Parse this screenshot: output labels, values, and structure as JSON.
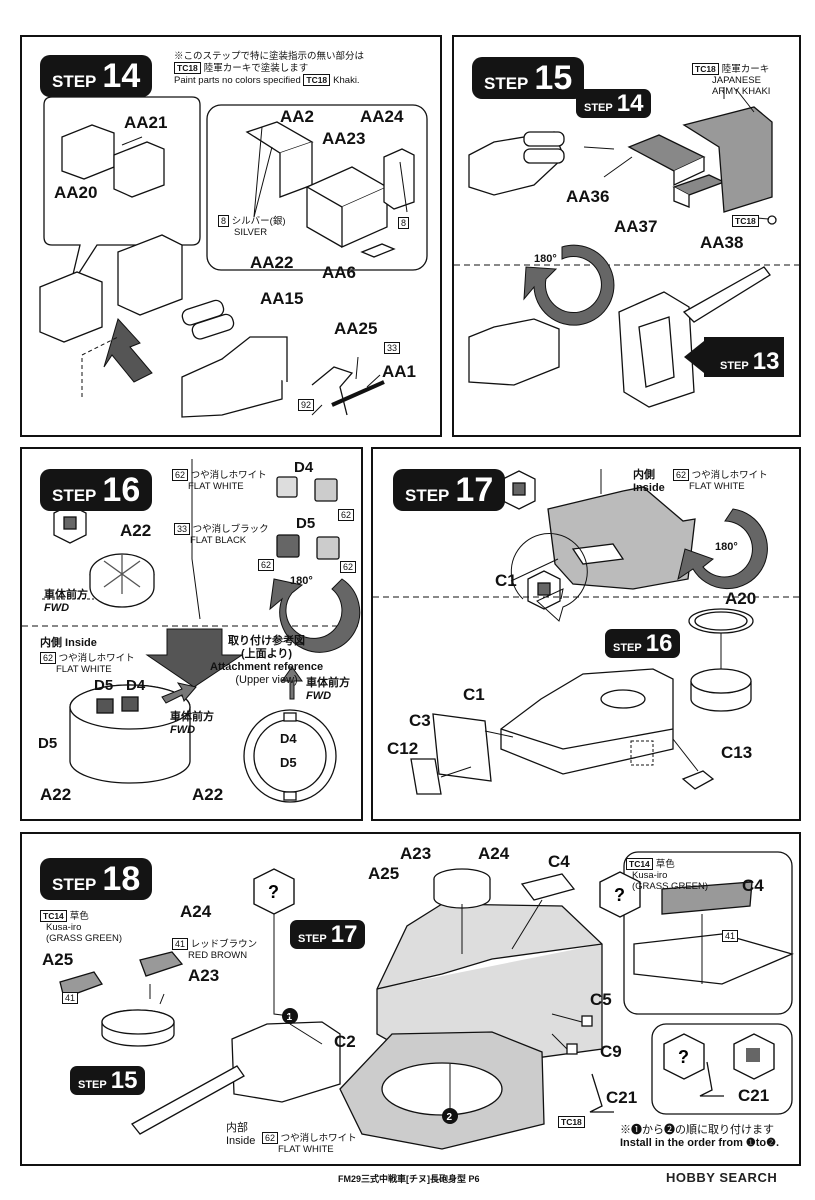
{
  "step14": {
    "label": "STEP",
    "number": "14",
    "note_jp1": "※このステップで特に塗装指示の無い部分は",
    "note_code": "TC18",
    "note_jp2": "陸軍カーキで塗装します",
    "note_en1": "Paint  parts no colors specified",
    "note_en2": "Khaki.",
    "parts": [
      "AA21",
      "AA20",
      "AA2",
      "AA24",
      "AA23",
      "AA22",
      "AA6",
      "AA15",
      "AA25",
      "AA1"
    ],
    "silver_num": "8",
    "silver_jp": "シルバー(銀)",
    "silver_en": "SILVER",
    "num33": "33",
    "num92": "92"
  },
  "step15": {
    "label": "STEP",
    "number": "15",
    "sub14": "14",
    "sub13": "13",
    "paint_code": "TC18",
    "paint_jp": "陸軍カーキ",
    "paint_en1": "JAPANESE",
    "paint_en2": "ARMY KHAKI",
    "parts": [
      "AA36",
      "AA37",
      "AA38"
    ],
    "rotate": "180°"
  },
  "step16": {
    "label": "STEP",
    "number": "16",
    "part_a22": "A22",
    "flat_white_num": "62",
    "flat_white_jp": "つや消しホワイト",
    "flat_white_en": "FLAT WHITE",
    "flat_black_num": "33",
    "flat_black_jp": "つや消しブラック",
    "flat_black_en": "FLAT BLACK",
    "d4": "D4",
    "d5": "D5",
    "rotate": "180°",
    "fwd_jp": "車体前方",
    "fwd_en": "FWD",
    "inside_label": "内側 Inside",
    "attach_jp1": "取り付け参考図",
    "attach_jp2": "(上面より)",
    "attach_en1": "Attachment reference",
    "attach_en2": "(Upper view)"
  },
  "step17": {
    "label": "STEP",
    "number": "17",
    "inside_jp": "内側",
    "inside_en": "Inside",
    "sub16": "16",
    "parts": [
      "C1",
      "A20",
      "C1",
      "C3",
      "C12",
      "C13"
    ],
    "rotate": "180°"
  },
  "step18": {
    "label": "STEP",
    "number": "18",
    "sub17": "17",
    "sub15": "15",
    "grass_code": "TC14",
    "grass_jp": "草色",
    "grass_en1": "Kusa-iro",
    "grass_en2": "(GRASS GREEN)",
    "red_num": "41",
    "red_jp": "レッドブラウン",
    "red_en": "RED BROWN",
    "parts": [
      "A24",
      "A25",
      "A23",
      "A23",
      "A24",
      "A25",
      "C4",
      "C2",
      "C5",
      "C9",
      "C21",
      "C4",
      "C21"
    ],
    "num41": "41",
    "tc18": "TC18",
    "inside_jp": "内部",
    "inside_en": "Inside",
    "flat_white_num": "62",
    "flat_white_jp": "つや消しホワイト",
    "flat_white_en": "FLAT WHITE",
    "order_jp": "※❶から❷の順に取り付けます",
    "order_en": "Install in the order from ❶to❷."
  },
  "footer": {
    "title": "FM29三式中戦車[チヌ]長砲身型 P6",
    "watermark": "HOBBY SEARCH"
  }
}
